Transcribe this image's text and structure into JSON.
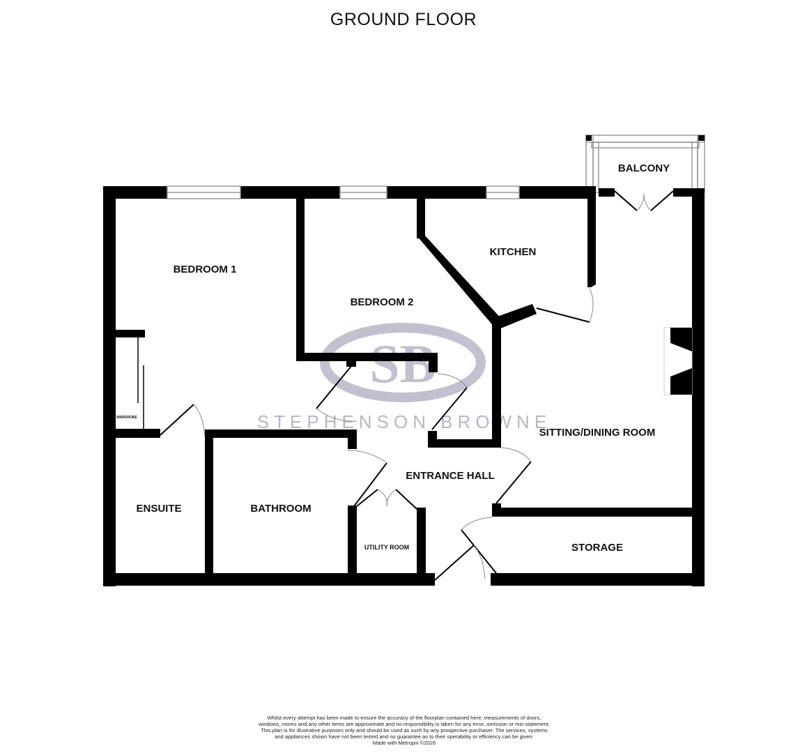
{
  "title": "GROUND FLOOR",
  "watermark": {
    "monogram": "SB",
    "brand": "STEPHENSON BROWNE",
    "color": "#b8b6c8"
  },
  "rooms": {
    "bedroom1": "BEDROOM 1",
    "bedroom2": "BEDROOM 2",
    "kitchen": "KITCHEN",
    "balcony": "BALCONY",
    "sitting_dining": "SITTING/DINING ROOM",
    "entrance_hall": "ENTRANCE HALL",
    "ensuite": "ENSUITE",
    "bathroom": "BATHROOM",
    "utility": "UTILITY ROOM",
    "storage": "STORAGE",
    "wardrobe": "WARDROBE"
  },
  "disclaimer": {
    "text": "Whilst every attempt has been made to ensure the accuracy of the floorplan contained here, measurements of doors, windows, rooms and any other items are approximate and no responsibility is taken for any error, omission or mis-statement. This plan is for illustrative purposes only and should be used as such by any prospective purchaser. The services, systems and appliances shown have not been tested and no guarantee as to their operability or efficiency can be given.",
    "credit": "Made with Metropix ©2026"
  },
  "colors": {
    "wall": "#000000",
    "door_arc": "#888888",
    "window": "#9a9a9a"
  }
}
